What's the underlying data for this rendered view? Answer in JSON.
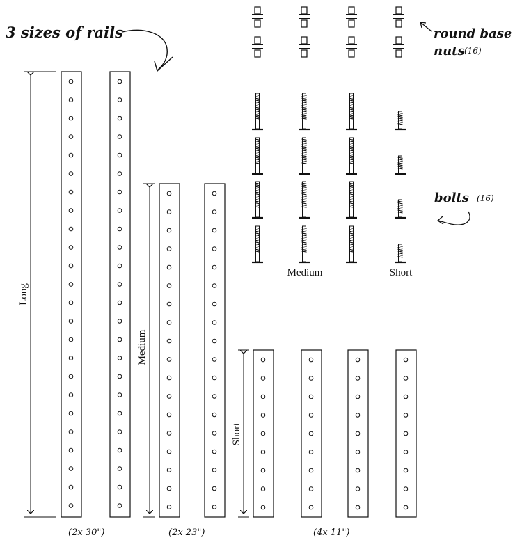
{
  "labels": {
    "rails_title": "3 sizes of rails",
    "nuts_line1": "round base",
    "nuts_line2": "nuts",
    "nuts_count": "(16)",
    "bolts": "bolts",
    "bolts_count": "(16)",
    "bolt_medium": "Medium",
    "bolt_short": "Short",
    "dim_long": "Long",
    "dim_medium": "Medium",
    "dim_short": "Short",
    "qty_long": "(2x 30\")",
    "qty_medium": "(2x 23\")",
    "qty_short": "(4x 11\")"
  },
  "rails": [
    {
      "size": "long",
      "count": 2,
      "holes": 24
    },
    {
      "size": "medium",
      "count": 2,
      "holes": 18
    },
    {
      "size": "short",
      "count": 4,
      "holes": 9
    }
  ],
  "nuts": {
    "columns": 4,
    "rows": 2,
    "pairs_per_cell": 2,
    "total": 16
  },
  "bolts": {
    "columns": 4,
    "rows": 4,
    "types": [
      "medium",
      "medium",
      "medium",
      "short"
    ],
    "total": 16
  },
  "colors": {
    "ink": "#111111",
    "background": "#ffffff"
  }
}
